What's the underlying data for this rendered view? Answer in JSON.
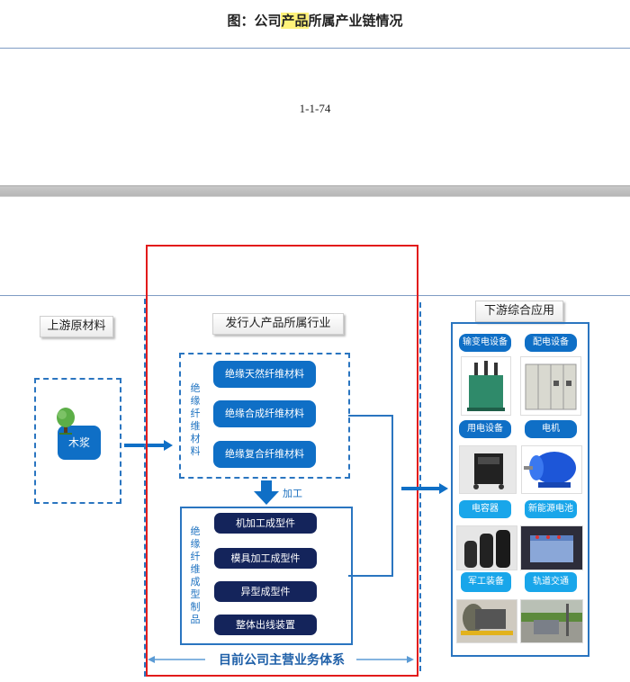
{
  "figure_title": {
    "prefix": "图：公司",
    "highlight": "产品",
    "suffix": "所属产业链情况"
  },
  "page_number": "1-1-74",
  "colors": {
    "primary_blue": "#0f6fc6",
    "navy": "#14245b",
    "cyan": "#19a6ea",
    "red_frame": "#e21b1b",
    "dashed_blue": "#2a75c0"
  },
  "upstream": {
    "label": "上游原材料",
    "item": {
      "label": "木浆",
      "icon": "tree-icon"
    }
  },
  "industry": {
    "label": "发行人产品所属行业",
    "materials_group": {
      "vertical_label": [
        "绝",
        "缘",
        "纤",
        "维",
        "材",
        "料"
      ],
      "items": [
        "绝缘天然纤维材料",
        "绝缘合成纤维材料",
        "绝缘复合纤维材料"
      ]
    },
    "process_label": "加工",
    "products_group": {
      "vertical_label": [
        "绝",
        "缘",
        "纤",
        "维",
        "成",
        "型",
        "制",
        "品"
      ],
      "items": [
        "机加工成型件",
        "模具加工成型件",
        "异型成型件",
        "整体出线装置"
      ]
    },
    "business_scope_label": "目前公司主营业务体系"
  },
  "downstream": {
    "label": "下游综合应用",
    "items": [
      {
        "label": "输变电设备",
        "image": "transformer-image"
      },
      {
        "label": "配电设备",
        "image": "switchgear-cabinet-image"
      },
      {
        "label": "用电设备",
        "image": "generator-image"
      },
      {
        "label": "电机",
        "image": "electric-motor-image"
      },
      {
        "label": "电容器",
        "image": "capacitor-image"
      },
      {
        "label": "新能源电池",
        "image": "battery-pack-image"
      },
      {
        "label": "军工装备",
        "image": "aircraft-engine-image"
      },
      {
        "label": "轨道交通",
        "image": "train-image"
      }
    ]
  }
}
